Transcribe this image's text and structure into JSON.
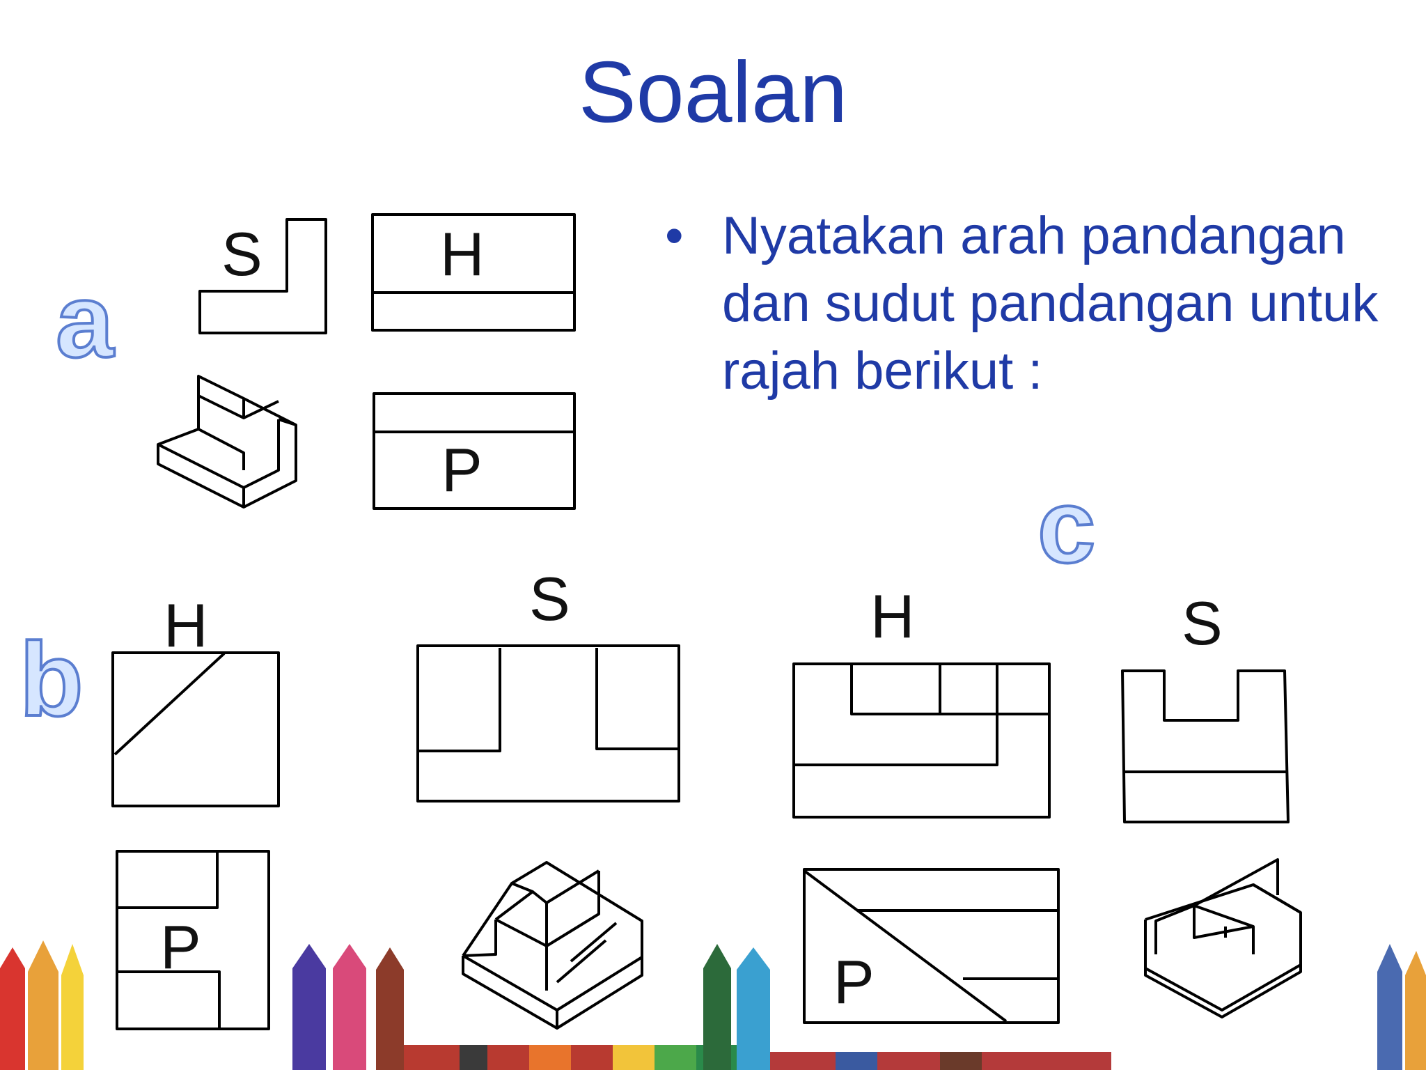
{
  "slide": {
    "title": "Soalan",
    "bullet": "•",
    "instruction": "Nyatakan arah pandangan dan sudut pandangan untuk rajah berikut :"
  },
  "sections": {
    "a": {
      "letter": "a",
      "views": {
        "side": "S",
        "top": "H",
        "front": "P"
      }
    },
    "b": {
      "letter": "b",
      "views": {
        "top": "H",
        "side": "S",
        "front": "P"
      }
    },
    "c": {
      "letter": "c",
      "views": {
        "top": "H",
        "side": "S",
        "front": "P"
      }
    }
  },
  "colors": {
    "title": "#1f3aa6",
    "letter_fill": "#d6e6ff",
    "letter_stroke": "#5b7ed0"
  }
}
